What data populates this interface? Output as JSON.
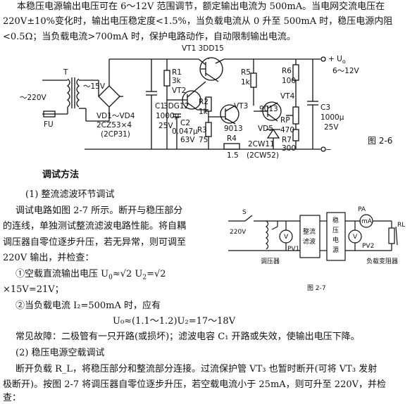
{
  "intro": {
    "line1": "本稳压电源输出电压可在 6～12V 范围调节，额定输出电流为 500mA。当电网交流电压在",
    "line2": "220V±10%变化时，输出电压稳定度<1.5%，当负载电流从 0 升至 500mA 时，稳压电源内阻",
    "line3": "<0.5Ω；当负载电流>700mA 时，保护电路动作，自动限制输出电流。"
  },
  "fig26": {
    "caption": "图 2-6",
    "vt1": "VT1 3DD15",
    "uo": "+ U",
    "uo_sub": "o",
    "out_range": "6～12V",
    "ac": "～220V",
    "t": "T",
    "sec": "～15V",
    "fu": "FU",
    "r1": "R1",
    "r1v": "3k",
    "vt2": "VT2",
    "vt2m": "3DG12",
    "r5": "R5",
    "r5v": "1k",
    "r6": "R6",
    "r6v": "100",
    "vt4": "VT4",
    "vd1": "VD1～VD4",
    "vdm": "2CZ53×4",
    "vdm2": "(2CP31)",
    "c1": "C1",
    "c1v": "1000μ",
    "c1u": "25V",
    "r2": "R2",
    "r2v": "1k",
    "vt3": "VT3",
    "vt3m": "9013",
    "m9013b": "9013",
    "c2": "C2",
    "c2v": "0.047μ",
    "c2u": "63V",
    "r3": "R3",
    "r3v": "75",
    "vd5": "VD5",
    "vd5m": "2CW11",
    "r4": "R4",
    "r4v": "1.5",
    "vd6m": "(2CW52)",
    "rp": "RP",
    "rpv": "470",
    "r7": "R7",
    "r7v": "300",
    "c3": "C3",
    "c3v": "1000μ",
    "c3u": "25V",
    "minus": "−"
  },
  "section_title": "调试方法",
  "step1": {
    "title": "(1) 整流滤波环节调试",
    "l1": "调试电路如图 2-7 所示。断开与稳压部分",
    "l2": "的连线，单独测试整流滤波电路性能。将自耦",
    "l3": "调压器自零位逐步升压，若无异常，则可调至",
    "l4": "220V 输出，并检查：",
    "i1a": "①空载直流输出电压 U",
    "i1b": "≈√2 U",
    "i1c": "=√2",
    "i1d": "×15V=21V；",
    "i2": "②当负载电流 I₂=500mA 时，应有",
    "i3": "U₀≈(1.1～1.2)U₂=17～18V",
    "fault": "常见故障：二极管有一只开路(或损坏)；滤波电容 C₁ 开路或失效，使输出电压下降。"
  },
  "fig27": {
    "caption": "图 2-7",
    "s": "S",
    "v220": "220V",
    "tiaoyaqi": "调压器",
    "box1a": "整流",
    "box1b": "滤波",
    "box2a": "稳",
    "box2b": "压",
    "box2c": "电",
    "box2d": "源",
    "v": "V",
    "pv1": "PV1",
    "pv2": "PV2",
    "pa": "PA",
    "ma": "mA",
    "rl": "RL",
    "load": "负载变阻器"
  },
  "step2": {
    "title": "(2) 稳压电源空载调试",
    "l1": "断开负载 R_L，将稳压部分和整流部分连接。过流保护管 VT₃ 也暂时断开(可将 VT₃ 发射",
    "l2": "极断开)。按图 2-7 将调压器自零位逐步升压，若空载电流小于 25mA，则可升至 220V，并检",
    "l3": "查："
  }
}
